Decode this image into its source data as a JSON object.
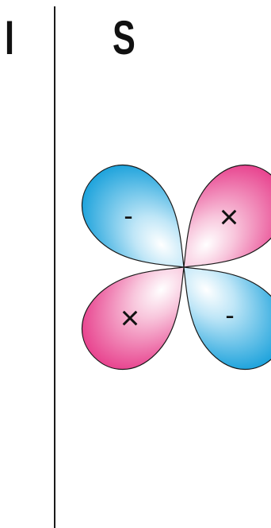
{
  "header": {
    "left_label": "I",
    "right_label": "S"
  },
  "orbital": {
    "lobes": [
      {
        "name": "upper-left",
        "sign": "-",
        "color": "#1ea3dc"
      },
      {
        "name": "upper-right",
        "sign": "×",
        "color": "#e8448f"
      },
      {
        "name": "lower-left",
        "sign": "×",
        "color": "#e8448f"
      },
      {
        "name": "lower-right",
        "sign": "-",
        "color": "#1ea3dc"
      }
    ]
  }
}
